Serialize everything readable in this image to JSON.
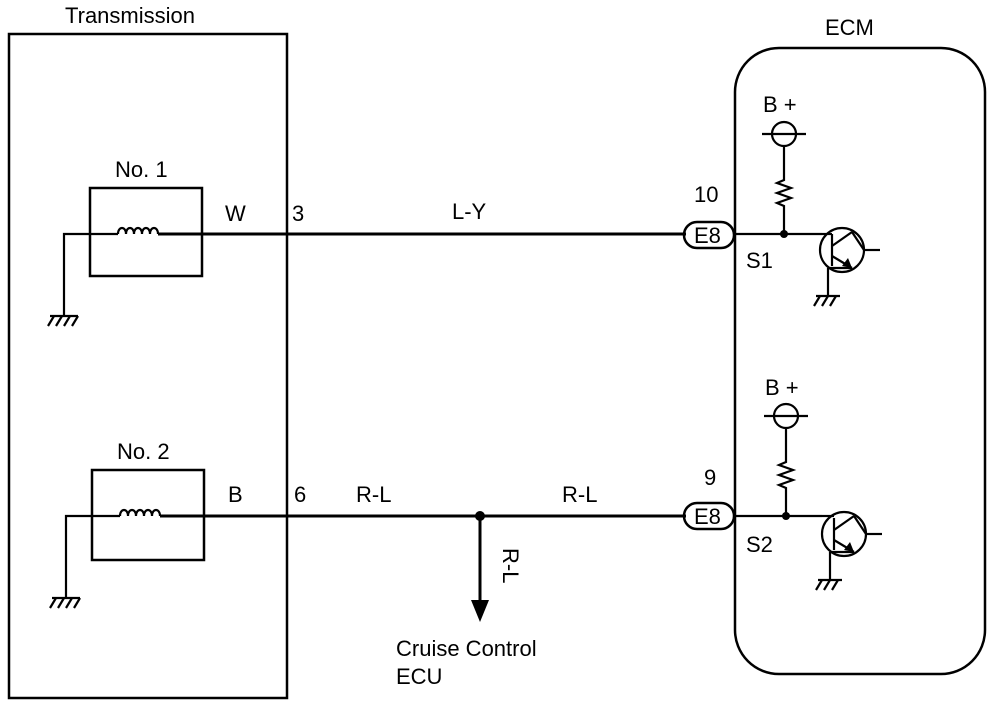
{
  "labels": {
    "transmission": "Transmission",
    "ecm": "ECM",
    "solenoid1": "No. 1",
    "solenoid2": "No. 2",
    "wire_w": "W",
    "wire_b": "B",
    "pin3": "3",
    "pin6": "6",
    "wire_ly": "L-Y",
    "wire_rl_left": "R-L",
    "wire_rl_right": "R-L",
    "wire_rl_down": "R-L",
    "pin10": "10",
    "pin9": "9",
    "conn_e8_top": "E8",
    "conn_e8_bottom": "E8",
    "s1": "S1",
    "s2": "S2",
    "bplus_top": "B +",
    "bplus_bottom": "B +",
    "cruise_line1": "Cruise Control",
    "cruise_line2": "ECU"
  }
}
